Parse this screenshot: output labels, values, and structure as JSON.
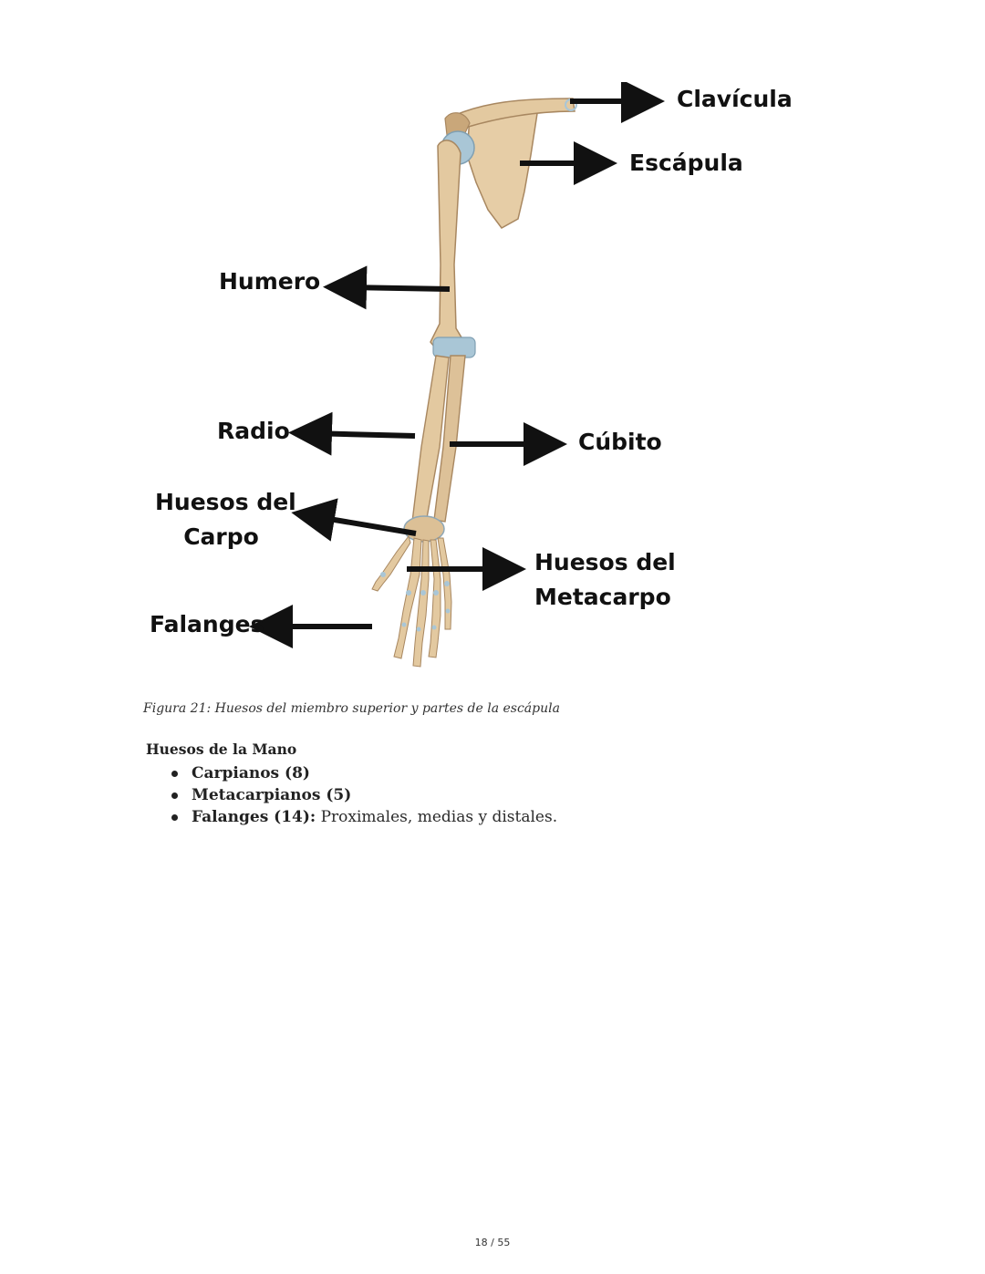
{
  "figure": {
    "labels": {
      "clavicula": "Clavícula",
      "escapula": "Escápula",
      "humero": "Humero",
      "radio": "Radio",
      "cubito": "Cúbito",
      "carpo_line1": "Huesos del",
      "carpo_line2": "Carpo",
      "metacarpo_line1": "Huesos del",
      "metacarpo_line2": "Metacarpo",
      "falanges": "Falanges"
    },
    "colors": {
      "bone": "#e3c9a0",
      "bone_shadow": "#c4a57a",
      "cartilage": "#a9c6d6",
      "arrow": "#111111"
    },
    "caption": "Figura 21: Huesos del miembro superior y partes de la escápula"
  },
  "section": {
    "title": "Huesos de la Mano",
    "items": [
      {
        "bold": "Carpianos (8)",
        "text": ""
      },
      {
        "bold": "Metacarpianos (5)",
        "text": ""
      },
      {
        "bold": "Falanges (14):",
        "text": " Proximales, medias y distales."
      }
    ]
  },
  "footer": {
    "page_number": "18 / 55"
  }
}
